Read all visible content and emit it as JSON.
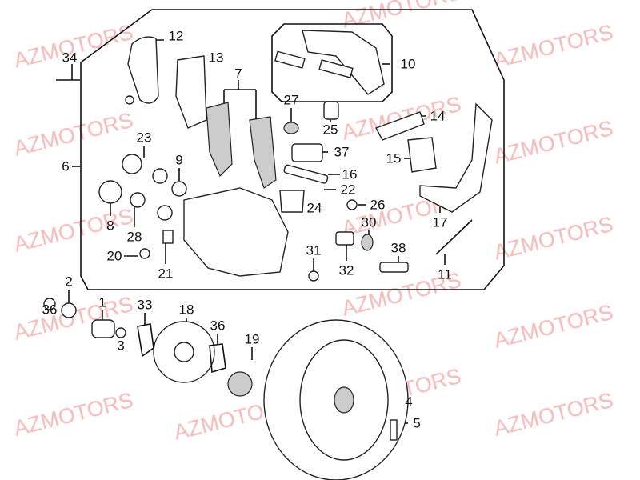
{
  "watermark": "AZMOTORS",
  "colors": {
    "watermark": "#f2b9b9",
    "line": "#111111"
  },
  "callouts": [
    "12",
    "13",
    "7",
    "27",
    "10",
    "14",
    "25",
    "23",
    "37",
    "15",
    "9",
    "6",
    "16",
    "22",
    "8",
    "24",
    "26",
    "30",
    "28",
    "20",
    "31",
    "38",
    "17",
    "32",
    "21",
    "11",
    "34",
    "2",
    "1",
    "33",
    "18",
    "36",
    "36",
    "19",
    "3",
    "4",
    "5"
  ]
}
